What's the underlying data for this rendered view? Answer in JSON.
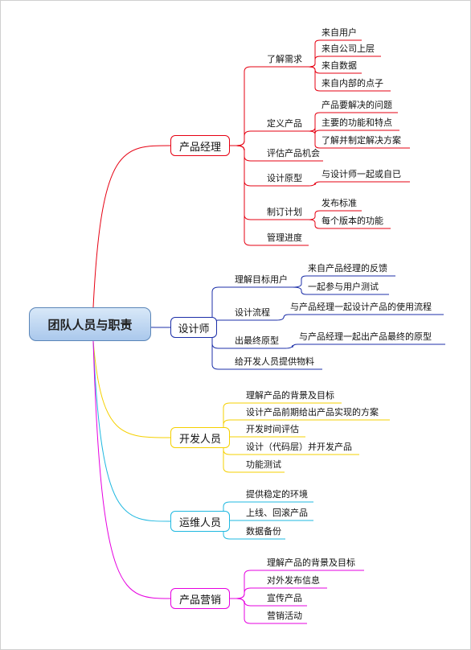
{
  "root": {
    "label": "团队人员与职责"
  },
  "branches": [
    {
      "label": "产品经理",
      "color": "#e60012",
      "items": [
        {
          "label": "了解需求",
          "children": [
            "来自用户",
            "来自公司上层",
            "来自数据",
            "来自内部的点子"
          ]
        },
        {
          "label": "定义产品",
          "children": [
            "产品要解决的问题",
            "主要的功能和特点",
            "了解并制定解决方案"
          ]
        },
        {
          "label": "评估产品机会",
          "children": []
        },
        {
          "label": "设计原型",
          "children": [
            "与设计师一起或自已"
          ]
        },
        {
          "label": "制订计划",
          "children": [
            "发布标准",
            "每个版本的功能"
          ]
        },
        {
          "label": "管理进度",
          "children": []
        }
      ]
    },
    {
      "label": "设计师",
      "color": "#1c2fa8",
      "items": [
        {
          "label": "理解目标用户",
          "children": [
            "来自产品经理的反馈",
            "一起参与用户测试"
          ]
        },
        {
          "label": "设计流程",
          "children": [
            "与产品经理一起设计产品的使用流程"
          ]
        },
        {
          "label": "出最终原型",
          "children": [
            "与产品经理一起出产品最终的原型"
          ]
        },
        {
          "label": "给开发人员提供物料",
          "children": []
        }
      ]
    },
    {
      "label": "开发人员",
      "color": "#f5d000",
      "items": [
        {
          "label": "理解产品的背景及目标",
          "children": []
        },
        {
          "label": "设计产品前期给出产品实现的方案",
          "children": []
        },
        {
          "label": "开发时间评估",
          "children": []
        },
        {
          "label": "设计（代码层）并开发产品",
          "children": []
        },
        {
          "label": "功能测试",
          "children": []
        }
      ]
    },
    {
      "label": "运维人员",
      "color": "#1fb8e0",
      "items": [
        {
          "label": "提供稳定的环境",
          "children": []
        },
        {
          "label": "上线、回滚产品",
          "children": []
        },
        {
          "label": "数据备份",
          "children": []
        }
      ]
    },
    {
      "label": "产品营销",
      "color": "#e600e0",
      "items": [
        {
          "label": "理解产品的背景及目标",
          "children": []
        },
        {
          "label": "对外发布信息",
          "children": []
        },
        {
          "label": "宣传产品",
          "children": []
        },
        {
          "label": "营销活动",
          "children": []
        }
      ]
    }
  ]
}
